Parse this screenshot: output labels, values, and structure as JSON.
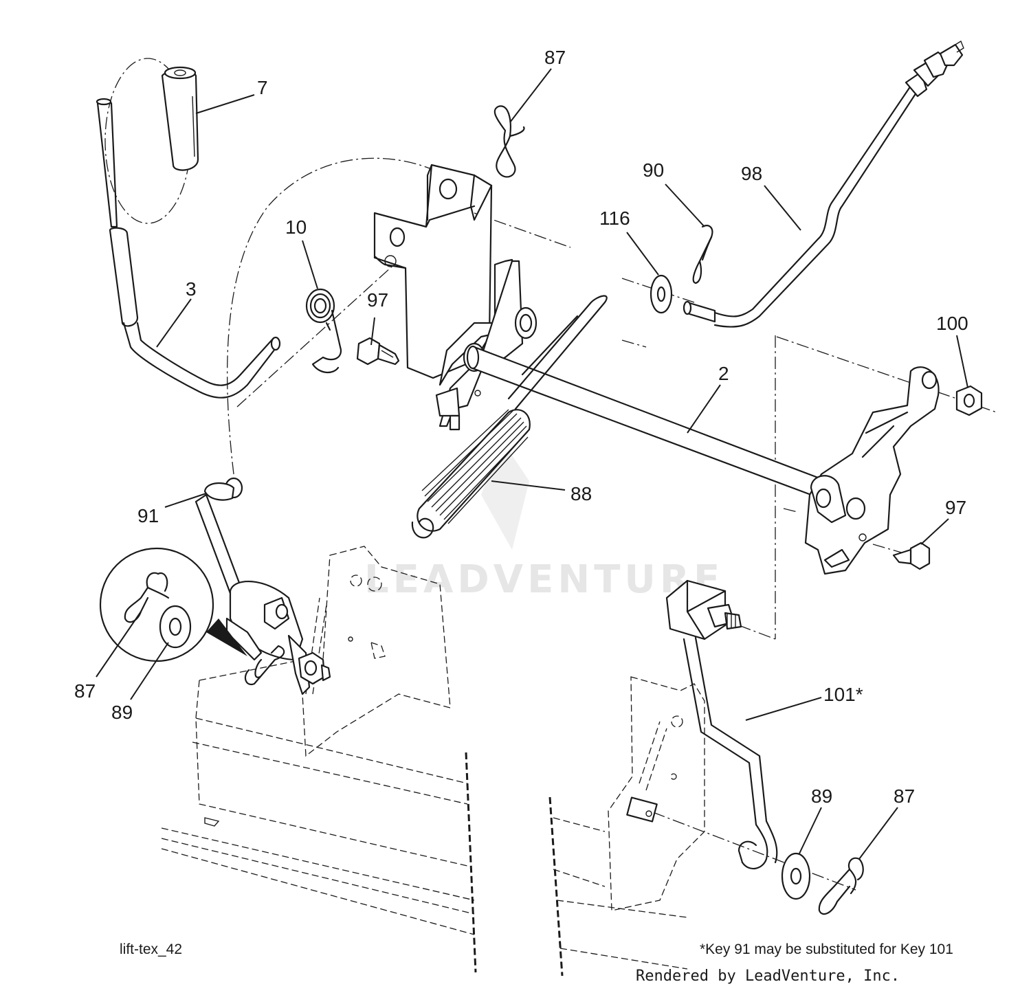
{
  "diagram": {
    "watermark_text": "LEADVENTURE",
    "callouts": [
      {
        "id": "c-87-top",
        "label": "87"
      },
      {
        "id": "c-7",
        "label": "7"
      },
      {
        "id": "c-90",
        "label": "90"
      },
      {
        "id": "c-98",
        "label": "98"
      },
      {
        "id": "c-116",
        "label": "116"
      },
      {
        "id": "c-10",
        "label": "10"
      },
      {
        "id": "c-3",
        "label": "3"
      },
      {
        "id": "c-97-left",
        "label": "97"
      },
      {
        "id": "c-2",
        "label": "2"
      },
      {
        "id": "c-100",
        "label": "100"
      },
      {
        "id": "c-88",
        "label": "88"
      },
      {
        "id": "c-97-right",
        "label": "97"
      },
      {
        "id": "c-91",
        "label": "91"
      },
      {
        "id": "c-87-left",
        "label": "87"
      },
      {
        "id": "c-89-left",
        "label": "89"
      },
      {
        "id": "c-101",
        "label": "101*"
      },
      {
        "id": "c-89-right",
        "label": "89"
      },
      {
        "id": "c-87-right",
        "label": "87"
      }
    ]
  },
  "footer": {
    "drawing_id": "lift-tex_42",
    "note": "*Key 91 may be substituted for Key 101",
    "rendered_by": "Rendered by LeadVenture, Inc."
  }
}
